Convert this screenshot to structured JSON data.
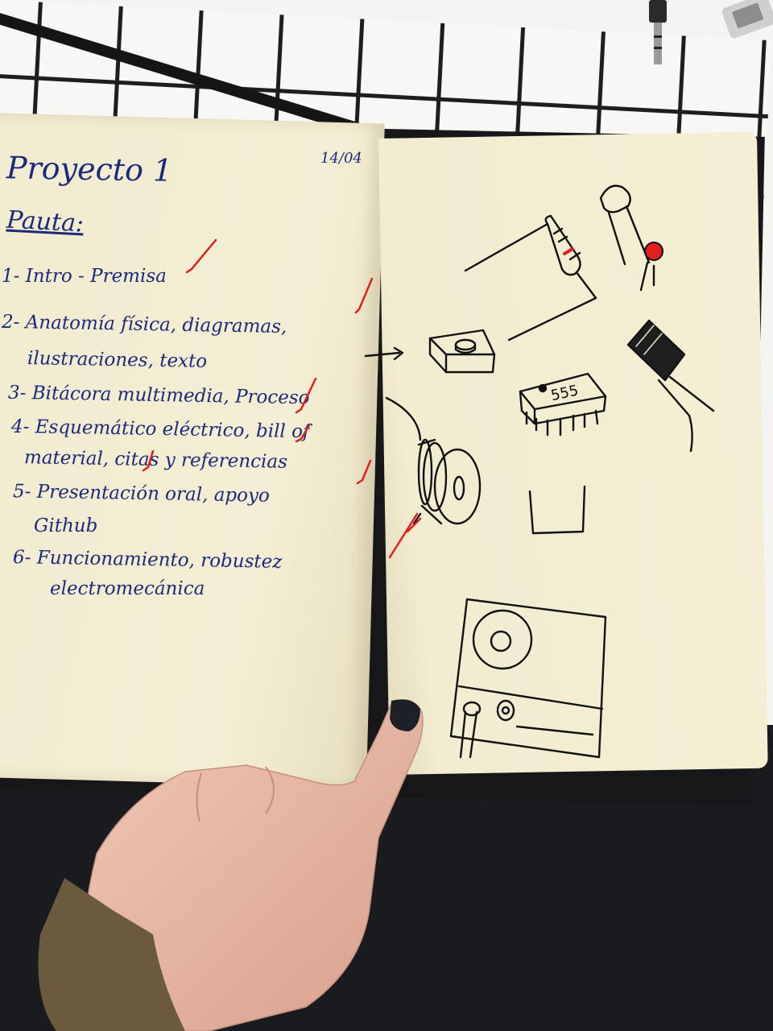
{
  "notebook": {
    "left_page": {
      "title": "Proyecto 1",
      "date": "14/04",
      "heading": "Pauta:",
      "items": [
        "1- Intro - Premisa",
        "2- Anatomía física, diagramas,",
        "ilustraciones, texto",
        "3- Bitácora multimedia, Proceso",
        "4- Esquemático eléctrico, bill of",
        "material, citas y referencias",
        "5- Presentación oral, apoyo",
        "Github",
        "6- Funcionamiento, robustez",
        "electromecánica"
      ]
    },
    "right_page": {
      "chip_label": "555"
    }
  },
  "colors": {
    "ink_blue": "#1c2a7c",
    "ink_black": "#111111",
    "check_red": "#e0201e",
    "paper": "#f4eed4"
  }
}
